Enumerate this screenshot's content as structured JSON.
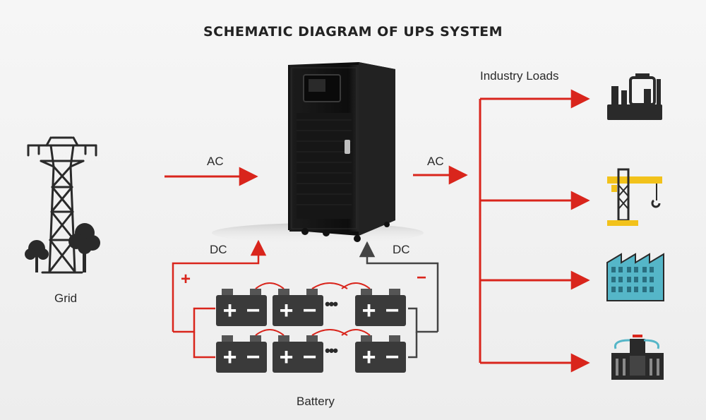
{
  "title": "SCHEMATIC DIAGRAM OF UPS SYSTEM",
  "labels": {
    "grid": "Grid",
    "ac_in": "AC",
    "ac_out": "AC",
    "dc_left": "DC",
    "dc_right": "DC",
    "industry_loads": "Industry Loads",
    "battery": "Battery",
    "plus": "+",
    "minus": "−"
  },
  "battery_cells": {
    "plus": "+",
    "minus": "−",
    "ellipsis": "•••"
  },
  "colors": {
    "arrow": "#d9251c",
    "wire_dark": "#444444",
    "battery_body": "#3a3a3a",
    "cabinet": "#151515",
    "loads_icon": "#2a2a2a",
    "crane_yellow": "#f2c21b",
    "building_blue": "#55b6c8"
  },
  "icons": [
    "transmission-tower-icon",
    "tree-icon",
    "ups-cabinet-icon",
    "factory-icon",
    "crane-icon",
    "office-building-icon",
    "power-plant-icon"
  ]
}
